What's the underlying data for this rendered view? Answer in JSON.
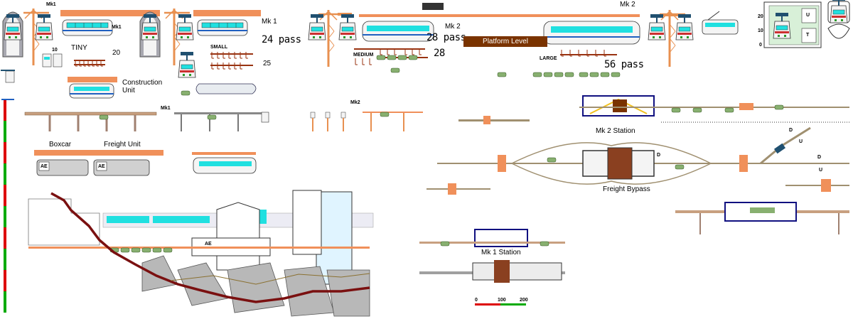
{
  "colors": {
    "beam": "#f0905a",
    "crane": "#e89050",
    "car_body": "#f4f4f4",
    "window": "#20e0e0",
    "stripe": "#2060c0",
    "bogie": "#205070",
    "freight_green": "#88b070",
    "platform_brown": "#7a3300",
    "station_blue": "#101080",
    "rock_grey": "#b8b8b8",
    "terrain_line": "#7a1010",
    "scale_red": "#dd0000",
    "scale_green": "#00aa00"
  },
  "labels": {
    "mk1_top_a": "Mk1",
    "mk1_side": "Mk1",
    "mk1_top_b": "Mk 1",
    "mk1_track": "Mk1",
    "mk2_track": "Mk2",
    "mk2_top": "Mk 2",
    "mk2_top_right": "Mk 2",
    "tiny": "TINY",
    "tiny_number": "20",
    "tiny_small_number": "10",
    "small": "SMALL",
    "small_number": "25",
    "medium": "MEDIUM",
    "medium_number": "28",
    "large": "LARGE",
    "pass_24": "24 pass",
    "pass_28": "28 pass",
    "pass_56": "56 pass",
    "platform_level": "Platform Level",
    "construction_unit": "Construction Unit",
    "boxcar": "Boxcar",
    "freight_unit": "Freight Unit",
    "mk2_station": "Mk 2 Station",
    "mk1_station": "Mk 1 Station",
    "freight_bypass": "Freight Bypass",
    "car_logo": "AE",
    "diagram_d": "D",
    "diagram_u": "U",
    "icon_20": "20",
    "icon_10": "10",
    "icon_0": "0",
    "icon_u": "U",
    "icon_t": "T",
    "scale_0": "0",
    "scale_100": "100",
    "scale_200": "200"
  },
  "icons": [
    "monorail-car-icon",
    "crane-icon",
    "station-icon",
    "pylon-icon",
    "tram-icon",
    "scale-bar-icon"
  ]
}
